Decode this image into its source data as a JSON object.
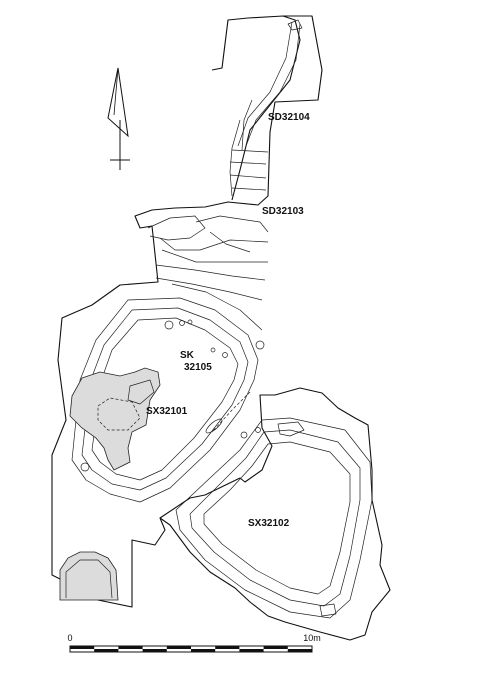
{
  "labels": {
    "sd32104": "SD32104",
    "sd32103": "SD32103",
    "sk_line1": "SK",
    "sk_line2": "32105",
    "sx32101": "SX32101",
    "sx32102": "SX32102"
  },
  "scale_bar": {
    "start_label": "0",
    "end_label": "10m",
    "min": 0,
    "max": 10,
    "segments": 10
  }
}
